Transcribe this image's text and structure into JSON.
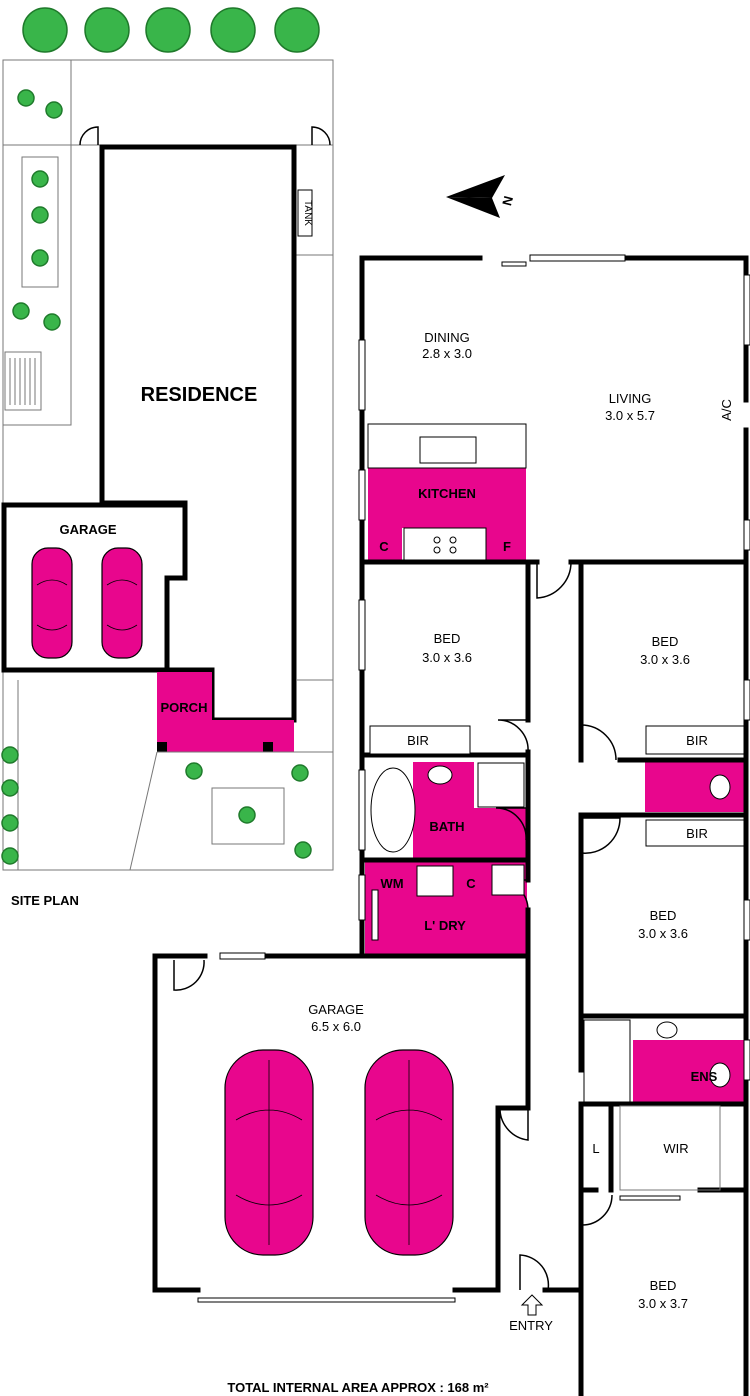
{
  "site_plan": {
    "label": "SITE PLAN",
    "residence_label": "RESIDENCE",
    "garage_label": "GARAGE",
    "porch_label": "PORCH",
    "tank_label": "TANK"
  },
  "compass": {
    "label": "N"
  },
  "rooms": {
    "dining": {
      "name": "DINING",
      "size": "2.8 x 3.0"
    },
    "living": {
      "name": "LIVING",
      "size": "3.0 x 5.7"
    },
    "kitchen": {
      "name": "KITCHEN"
    },
    "bed1": {
      "name": "BED",
      "size": "3.0 x 3.6"
    },
    "bed2": {
      "name": "BED",
      "size": "3.0 x 3.6"
    },
    "bed3": {
      "name": "BED",
      "size": "3.0 x 3.6"
    },
    "bed4": {
      "name": "BED",
      "size": "3.0 x 3.7"
    },
    "bath": {
      "name": "BATH"
    },
    "laundry": {
      "name": "L' DRY"
    },
    "garage": {
      "name": "GARAGE",
      "size": "6.5 x 6.0"
    },
    "ensuite": {
      "name": "ENS"
    },
    "wir": {
      "name": "WIR"
    }
  },
  "small_labels": {
    "ac": "A/C",
    "cupboard": "C",
    "fridge": "F",
    "bir": "BIR",
    "wm": "WM",
    "linen": "L",
    "entry": "ENTRY"
  },
  "total_area": "TOTAL INTERNAL AREA APPROX : 168 m²",
  "colors": {
    "wet_area": "#e8068d",
    "tree": "#39b54a",
    "wall": "#000000"
  }
}
